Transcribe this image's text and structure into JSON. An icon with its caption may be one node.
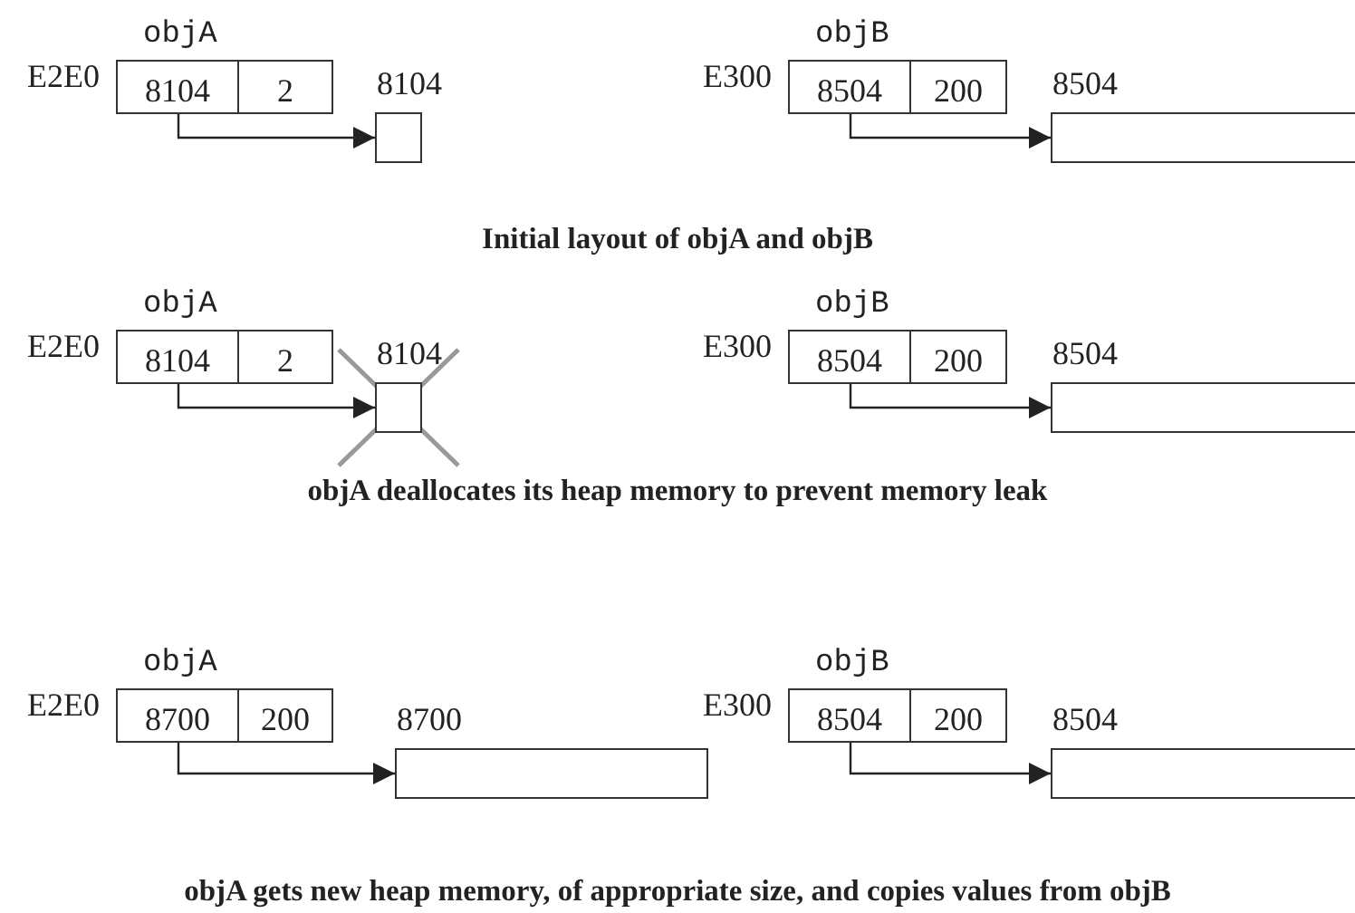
{
  "diagram": {
    "nodes": [
      {
        "text": [
          "objA"
        ],
        "beside": [
          "E2E0"
        ]
      },
      {
        "text": [
          "8104"
        ],
        "in": 0
      },
      {
        "text": [
          "2"
        ],
        "in": 0
      },
      {
        "text": [
          "8104"
        ]
      },
      {
        "text": [
          "objB"
        ],
        "beside": [
          "E300"
        ]
      },
      {
        "text": [
          "8504"
        ],
        "in": 4
      },
      {
        "text": [
          "200"
        ],
        "in": 4
      },
      {
        "text": [
          "8504"
        ]
      },
      {
        "text": [
          "objA"
        ],
        "beside": [
          "E2E0"
        ]
      },
      {
        "text": [
          "8104"
        ],
        "in": 8
      },
      {
        "text": [
          "2"
        ],
        "in": 8
      },
      {
        "text": [
          "8104"
        ]
      },
      {
        "text": [
          "objB"
        ],
        "beside": [
          "E300"
        ]
      },
      {
        "text": [
          "8504"
        ],
        "in": 12
      },
      {
        "text": [
          "200"
        ],
        "in": 12
      },
      {
        "text": [
          "8504"
        ]
      },
      {
        "text": [
          "objA"
        ],
        "beside": [
          "E2E0"
        ]
      },
      {
        "text": [
          "8700"
        ],
        "in": 16
      },
      {
        "text": [
          "200"
        ],
        "in": 16
      },
      {
        "text": [
          "8700"
        ]
      },
      {
        "text": [
          "objB"
        ],
        "beside": [
          "E300"
        ]
      },
      {
        "text": [
          "8504"
        ],
        "in": 20
      },
      {
        "text": [
          "200"
        ],
        "in": 20
      },
      {
        "text": [
          "8504"
        ]
      }
    ],
    "edges": [
      {
        "from": 1,
        "to": 3,
        "arrow": "to"
      },
      {
        "from": 5,
        "to": 7,
        "arrow": "to"
      },
      {
        "from": 9,
        "to": 11,
        "arrow": "to"
      },
      {
        "from": 13,
        "to": 15,
        "arrow": "to"
      },
      {
        "from": 17,
        "to": 19,
        "arrow": "to"
      },
      {
        "from": 21,
        "to": 23,
        "arrow": "to"
      }
    ],
    "labels": [
      "Initial layout of objA and objB",
      "objA deallocates its heap memory to prevent memory leak",
      "objA gets new heap memory, of appropriate size, and copies values from objB"
    ]
  }
}
